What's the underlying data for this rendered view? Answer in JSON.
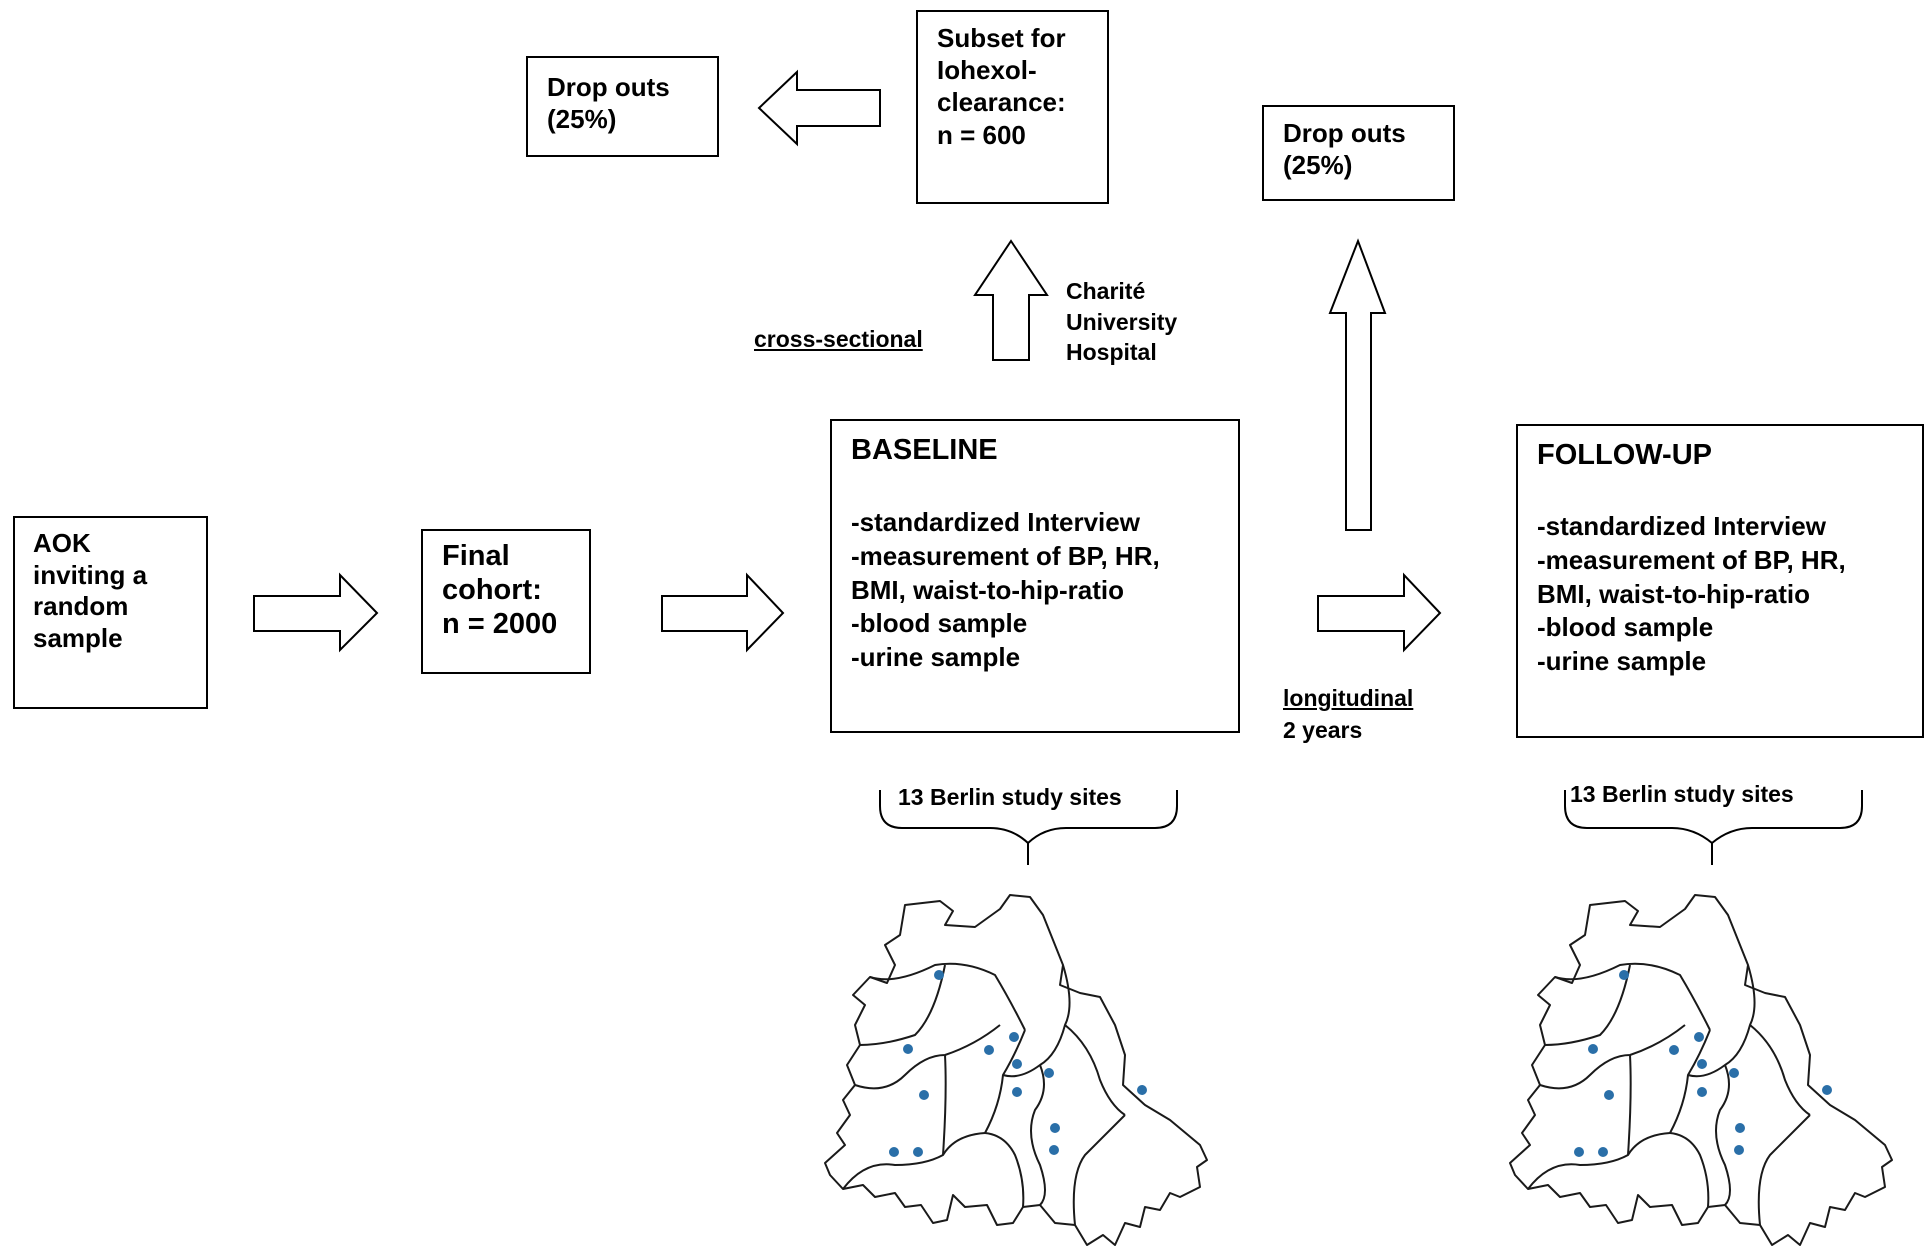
{
  "start_box": {
    "text": "AOK\ninviting a\nrandom\nsample"
  },
  "final_cohort": {
    "text": "Final\ncohort:\nn = 2000"
  },
  "baseline": {
    "title": "BASELINE",
    "items": "-standardized Interview\n-measurement of BP, HR,\nBMI, waist-to-hip-ratio\n-blood sample\n-urine sample"
  },
  "followup": {
    "title": "FOLLOW-UP",
    "items": "-standardized Interview\n-measurement of BP, HR,\nBMI, waist-to-hip-ratio\n-blood sample\n-urine sample"
  },
  "subset": {
    "text": "Subset for\nIohexol-\nclearance:\nn =  600"
  },
  "dropouts_subset": {
    "text": "Drop outs\n(25%)"
  },
  "dropouts_longitudinal": {
    "text": "Drop outs\n(25%)"
  },
  "cross_sectional_label": "cross-sectional",
  "hospital_label": "Charité\nUniversity\nHospital",
  "longitudinal_label": "longitudinal",
  "duration_label": "2 years",
  "sites_baseline": "13 Berlin study sites",
  "sites_followup": "13 Berlin study sites",
  "map_dot_color": "#2a6fa8"
}
